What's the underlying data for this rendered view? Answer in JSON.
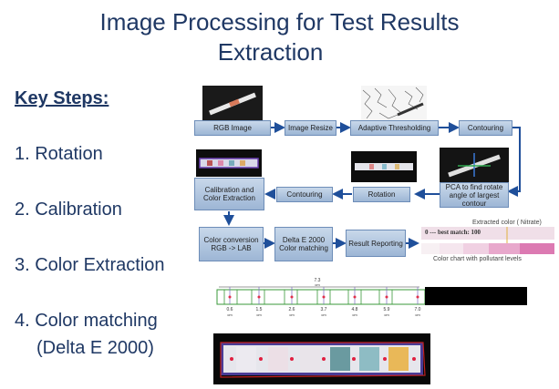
{
  "title_line1": "Image Processing for Test Results",
  "title_line2": "Extraction",
  "key_steps_label": "Key Steps:",
  "steps": [
    "1. Rotation",
    "2. Calibration",
    "3. Color Extraction",
    "4. Color matching",
    "(Delta E 2000)"
  ],
  "flow": {
    "rgb_image": "RGB Image",
    "image_resize": "Image Resize",
    "adaptive_thresholding": "Adaptive Thresholding",
    "contouring_top": "Contouring",
    "pca": "PCA to find rotate angle of largest contour",
    "rotation": "Rotation",
    "contouring_mid": "Contouring",
    "calibration_extraction": "Calibration and Color Extraction",
    "color_conversion": "Color conversion RGB -> LAB",
    "delta_e": "Delta E 2000 Color matching",
    "result_reporting": "Result Reporting"
  },
  "legend": {
    "extracted_label": "Extracted color ( Nitrate)",
    "best_match": "0 --- best match: 100",
    "chart_label": "Color chart with pollutant levels"
  },
  "ruler": {
    "total": "7.3",
    "total_unit": "cm",
    "ticks": [
      "0.6",
      "1.5",
      "2.6",
      "3.7",
      "4.8",
      "5.9",
      "7.0"
    ],
    "tick_unit": "cm"
  },
  "colors": {
    "title": "#1f3864",
    "arrow": "#1f4f9a",
    "box_fill": "#b4c9e3"
  }
}
